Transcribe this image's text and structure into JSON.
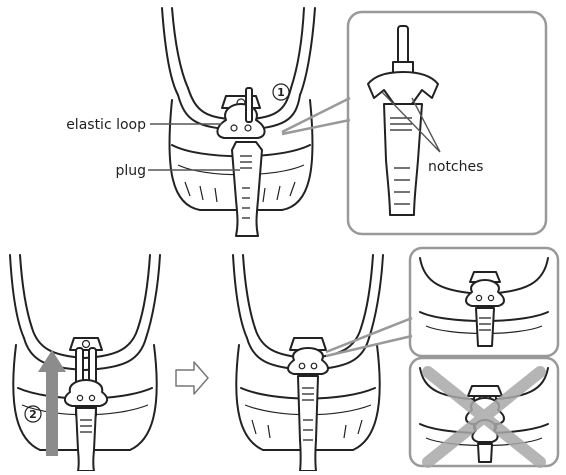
{
  "labels": {
    "elastic_loop": "elastic loop",
    "plug": "plug",
    "notches": "notches"
  },
  "steps": {
    "step1": "1",
    "step2": "2"
  },
  "colors": {
    "line": "#222222",
    "callout_frame": "#999999",
    "arrow_gray": "#8c8c8c",
    "cross_gray": "#a8a8a8",
    "band_gray": "#e9e9e9"
  },
  "icons": {
    "up_arrow": "arrow-up-icon",
    "next_arrow": "arrow-right-outline-icon",
    "wrong_mark": "x-mark-icon"
  }
}
